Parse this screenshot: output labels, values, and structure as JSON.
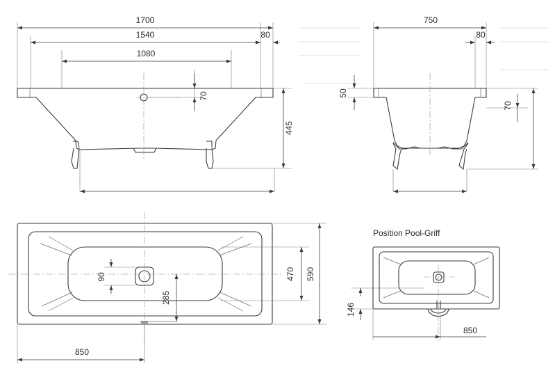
{
  "caption": "Position Pool-Griff",
  "front_view": {
    "overall_length": "1700",
    "inner_length": "1540",
    "rim_width": "80",
    "bottom_length": "1080",
    "drain_offset": "70",
    "height": "445"
  },
  "side_view": {
    "overall_width": "750",
    "rim_width": "80",
    "rim_height": "50",
    "foot_offset": "70"
  },
  "top_view": {
    "drain_size": "90",
    "drain_to_edge": "285",
    "inner_width": "470",
    "overall_width": "590",
    "drain_position": "850"
  },
  "pool_handle_view": {
    "handle_offset": "146",
    "handle_position": "850"
  }
}
